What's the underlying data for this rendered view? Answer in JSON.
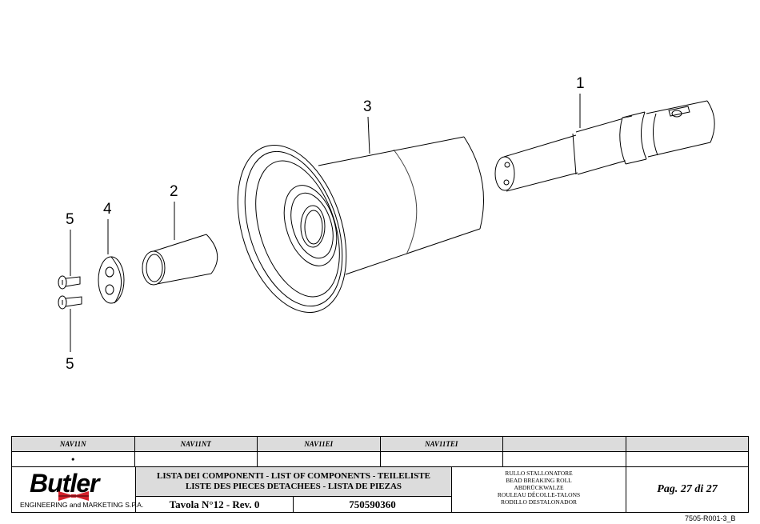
{
  "callouts": {
    "c1": "1",
    "c2": "2",
    "c3": "3",
    "c4": "4",
    "c5a": "5",
    "c5b": "5"
  },
  "models": {
    "headers": [
      "NAV11N",
      "NAV11NT",
      "NAV11EI",
      "NAV11TEI",
      "",
      ""
    ],
    "marks": [
      "•",
      "",
      "",
      "",
      "",
      ""
    ]
  },
  "brand": {
    "name": "Butler",
    "subtitle": "ENGINEERING and MARKETING S.P.A.",
    "bow_color": "#d4202a"
  },
  "titleblock": {
    "components_line1": "LISTA DEI COMPONENTI - LIST OF COMPONENTS - TEILELISTE",
    "components_line2": "LISTE DES PIECES DETACHEES - LISTA DE PIEZAS",
    "tavola": "Tavola N°12 - Rev. 0",
    "code": "750590360",
    "description": [
      "RULLO STALLONATORE",
      "BEAD BREAKING ROLL",
      "ABDRÜCKWALZE",
      "ROULEAU DÉCOLLE-TALONS",
      "RODILLO DESTALONADOR"
    ],
    "page": "Pag. 27 di 27"
  },
  "doc_ref": "7505-R001-3_B"
}
